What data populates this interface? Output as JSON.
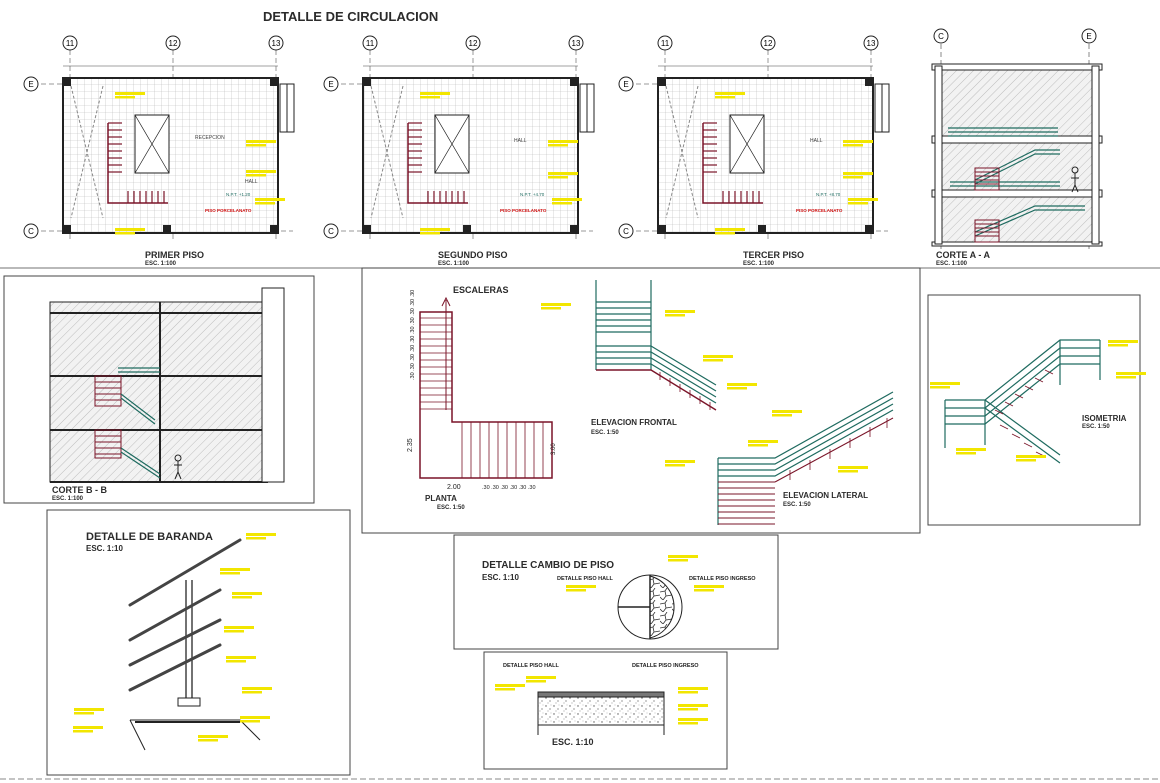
{
  "sheet_title": "DETALLE DE CIRCULACION",
  "axes": {
    "c11": "11",
    "c12": "12",
    "c13": "13",
    "rE": "E",
    "rC": "C"
  },
  "plans": [
    {
      "title": "PRIMER PISO",
      "scale": "ESC. 1:100",
      "room": "RECEPCION",
      "room2": "HALL",
      "level": "N.P.T. +1.20",
      "floor_note": "PISO PORCELANATO"
    },
    {
      "title": "SEGUNDO PISO",
      "scale": "ESC. 1:100",
      "room": "HALL",
      "level": "N.P.T. +4.70",
      "floor_note": "PISO PORCELANATO"
    },
    {
      "title": "TERCER PISO",
      "scale": "ESC. 1:100",
      "room": "HALL",
      "level": "N.P.T. +8.70",
      "floor_note": "PISO PORCELANATO"
    }
  ],
  "corte_aa": {
    "title": "CORTE A - A",
    "scale": "ESC. 1:100"
  },
  "corte_bb": {
    "title": "CORTE B - B",
    "scale": "ESC. 1:100"
  },
  "escaleras": {
    "title": "ESCALERAS",
    "planta": "PLANTA",
    "planta_scale": "ESC. 1:50",
    "elev_frontal": "ELEVACION FRONTAL",
    "elev_frontal_scale": "ESC. 1:50",
    "elev_lateral": "ELEVACION LATERAL",
    "elev_lateral_scale": "ESC. 1:50",
    "dim_width": "2.00",
    "dim_height": "2.35",
    "dim_right": "3.00",
    "tread_dims": ".30 .30 .30 .30 .30 .30",
    "riser_dims": ".30 .30 .30 .30 .30 .30 .30 .30 .30 .30"
  },
  "isometria": {
    "title": "ISOMETRIA",
    "scale": "ESC. 1:50"
  },
  "baranda": {
    "title": "DETALLE DE BARANDA",
    "scale": "ESC. 1:10"
  },
  "cambio_piso": {
    "title": "DETALLE CAMBIO DE PISO",
    "scale": "ESC. 1:10",
    "hall": "DETALLE PISO HALL",
    "ingreso": "DETALLE PISO INGRESO",
    "section_scale": "ESC. 1:10"
  },
  "colors": {
    "annotation": "#f2e600",
    "stair": "#7a1428",
    "railing": "#1f6b60",
    "red_note": "#d01010",
    "glass": "#c9c9c9"
  }
}
